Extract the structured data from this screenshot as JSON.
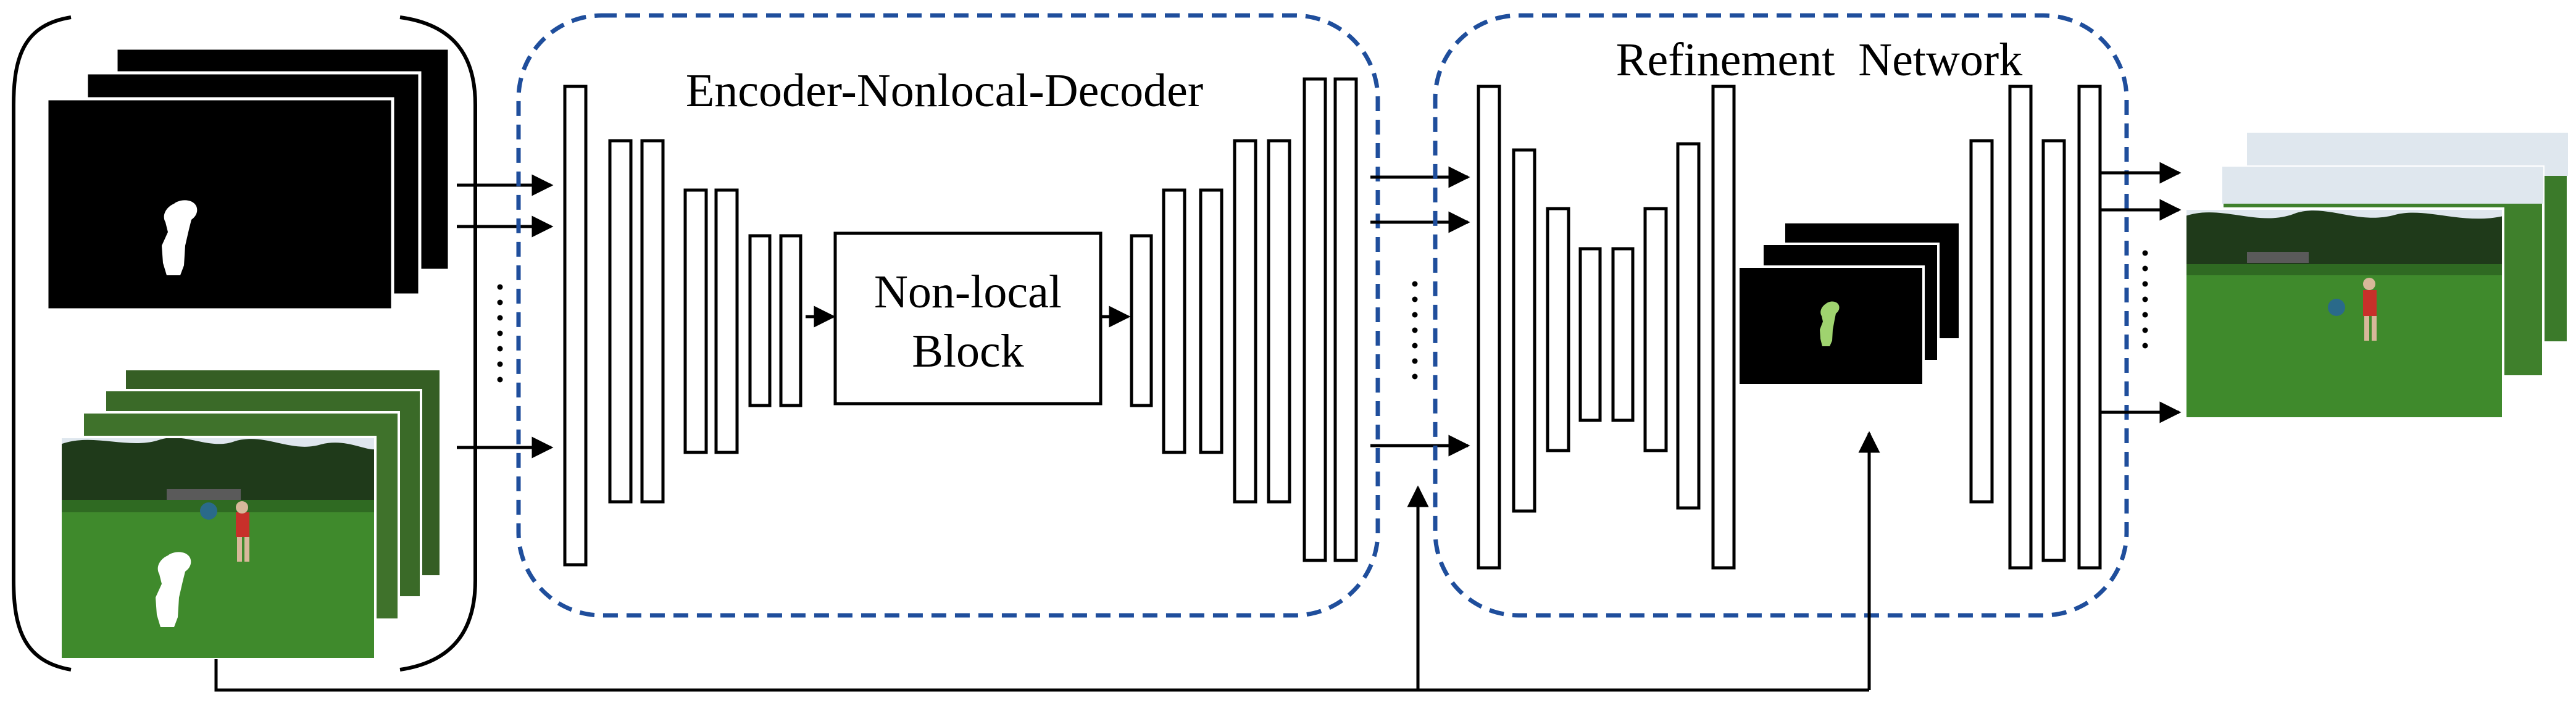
{
  "diagram": {
    "encoder_title": "Encoder-Nonlocal-Decoder",
    "nonlocal_line1": "Non-local",
    "nonlocal_line2": "Block",
    "refinement_title": "Refinement  Network"
  },
  "colors": {
    "dashed_border": "#1f4e9c",
    "mask_bg": "#000000",
    "mask_fg": "#ffffff",
    "refine_mask_fg": "#9fd36f",
    "grass": "#3f8a2c",
    "sky": "#dfe7ee",
    "trees": "#1f3a1a",
    "shirt": "#c8302a"
  },
  "icons": {
    "mask_frames": "binary-mask-frames",
    "video_frames_input": "video-frames-with-mask",
    "refined_mask": "refined-mask-frames",
    "output_frames": "output-video-frames",
    "ellipsis": "vertical-dots"
  }
}
